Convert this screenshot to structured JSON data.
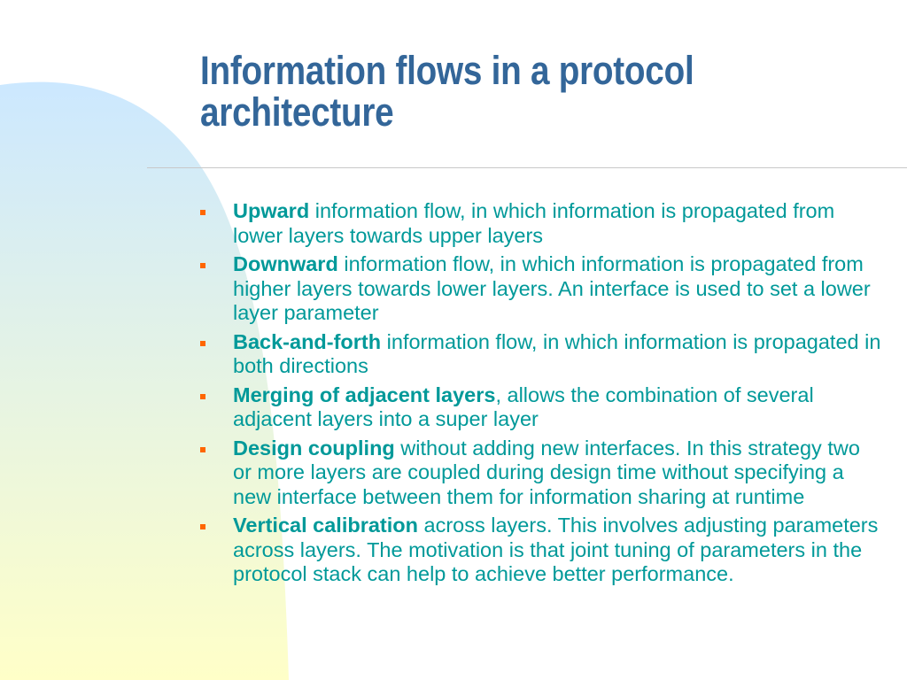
{
  "slide": {
    "title": "Information flows in a protocol architecture",
    "colors": {
      "title": "#336699",
      "text": "#009999",
      "bullet": "#FF6600",
      "rule": "#C8C8C8",
      "gradient_top": "#CCE8FF",
      "gradient_bottom": "#FFFFC8"
    },
    "bullets": [
      {
        "term": "Upward",
        "text": " information flow, in which information is propagated from lower layers towards upper layers"
      },
      {
        "term": "Downward",
        "text": " information flow, in which information is propagated from higher layers towards lower layers. An interface is used to set a lower layer parameter"
      },
      {
        "term": "Back-and-forth",
        "text": " information flow, in which information is propagated in both directions"
      },
      {
        "term": "Merging of adjacent layers",
        "text": ", allows the combination of several adjacent layers into a super layer"
      },
      {
        "term": "Design coupling",
        "text": " without adding new interfaces. In this strategy two or more layers are coupled during design time without specifying a new interface between them for information sharing at runtime"
      },
      {
        "term": "Vertical calibration",
        "text": " across layers. This involves adjusting parameters across layers. The motivation is that joint tuning of parameters in the protocol stack can help to achieve better performance."
      }
    ]
  }
}
